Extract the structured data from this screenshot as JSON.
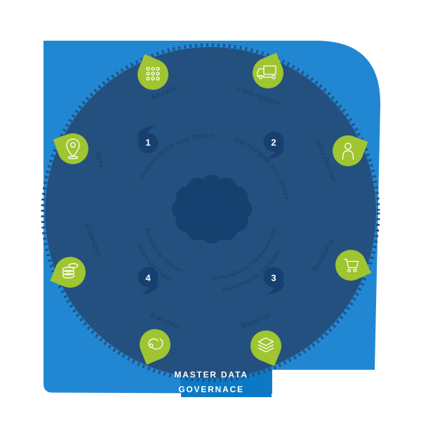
{
  "diagram": {
    "title": {
      "line1": "MASTER DATA",
      "line2": "GOVERNACE"
    },
    "steps": [
      {
        "number": "1",
        "label": "Importieren von Daten"
      },
      {
        "number": "2",
        "label": "Bereinigen von Daten"
      },
      {
        "number": "3",
        "label_line1": "Aufbereitung / Verbesserung /",
        "label_line2": "Anreicherung von Daten"
      },
      {
        "number": "4",
        "label_line1": "Ausleitung / Export /",
        "label_line2": "Teilen von Daten"
      }
    ],
    "domains": [
      {
        "label": "Assets",
        "icon": "dot-grid-icon"
      },
      {
        "label": "Lieferanten",
        "icon": "truck-icon"
      },
      {
        "label": "Mitarbeiter",
        "icon": "person-icon"
      },
      {
        "label": "Produkte",
        "icon": "shopping-cart-icon"
      },
      {
        "label": "Material",
        "icon": "layers-icon"
      },
      {
        "label": "Kunden",
        "icon": "handshake-icon"
      },
      {
        "label": "Finanzen",
        "icon": "coins-icon"
      },
      {
        "label": "Orte",
        "icon": "location-pin-icon"
      }
    ],
    "center_icon": "data-cloud",
    "colors": {
      "bubble_blue": "#2287d2",
      "banner_blue": "#0d78c4",
      "circle_navy": "#24507f",
      "dark_navy": "#16406f",
      "accent_green": "#9fc531",
      "text_white": "#ffffff"
    }
  }
}
